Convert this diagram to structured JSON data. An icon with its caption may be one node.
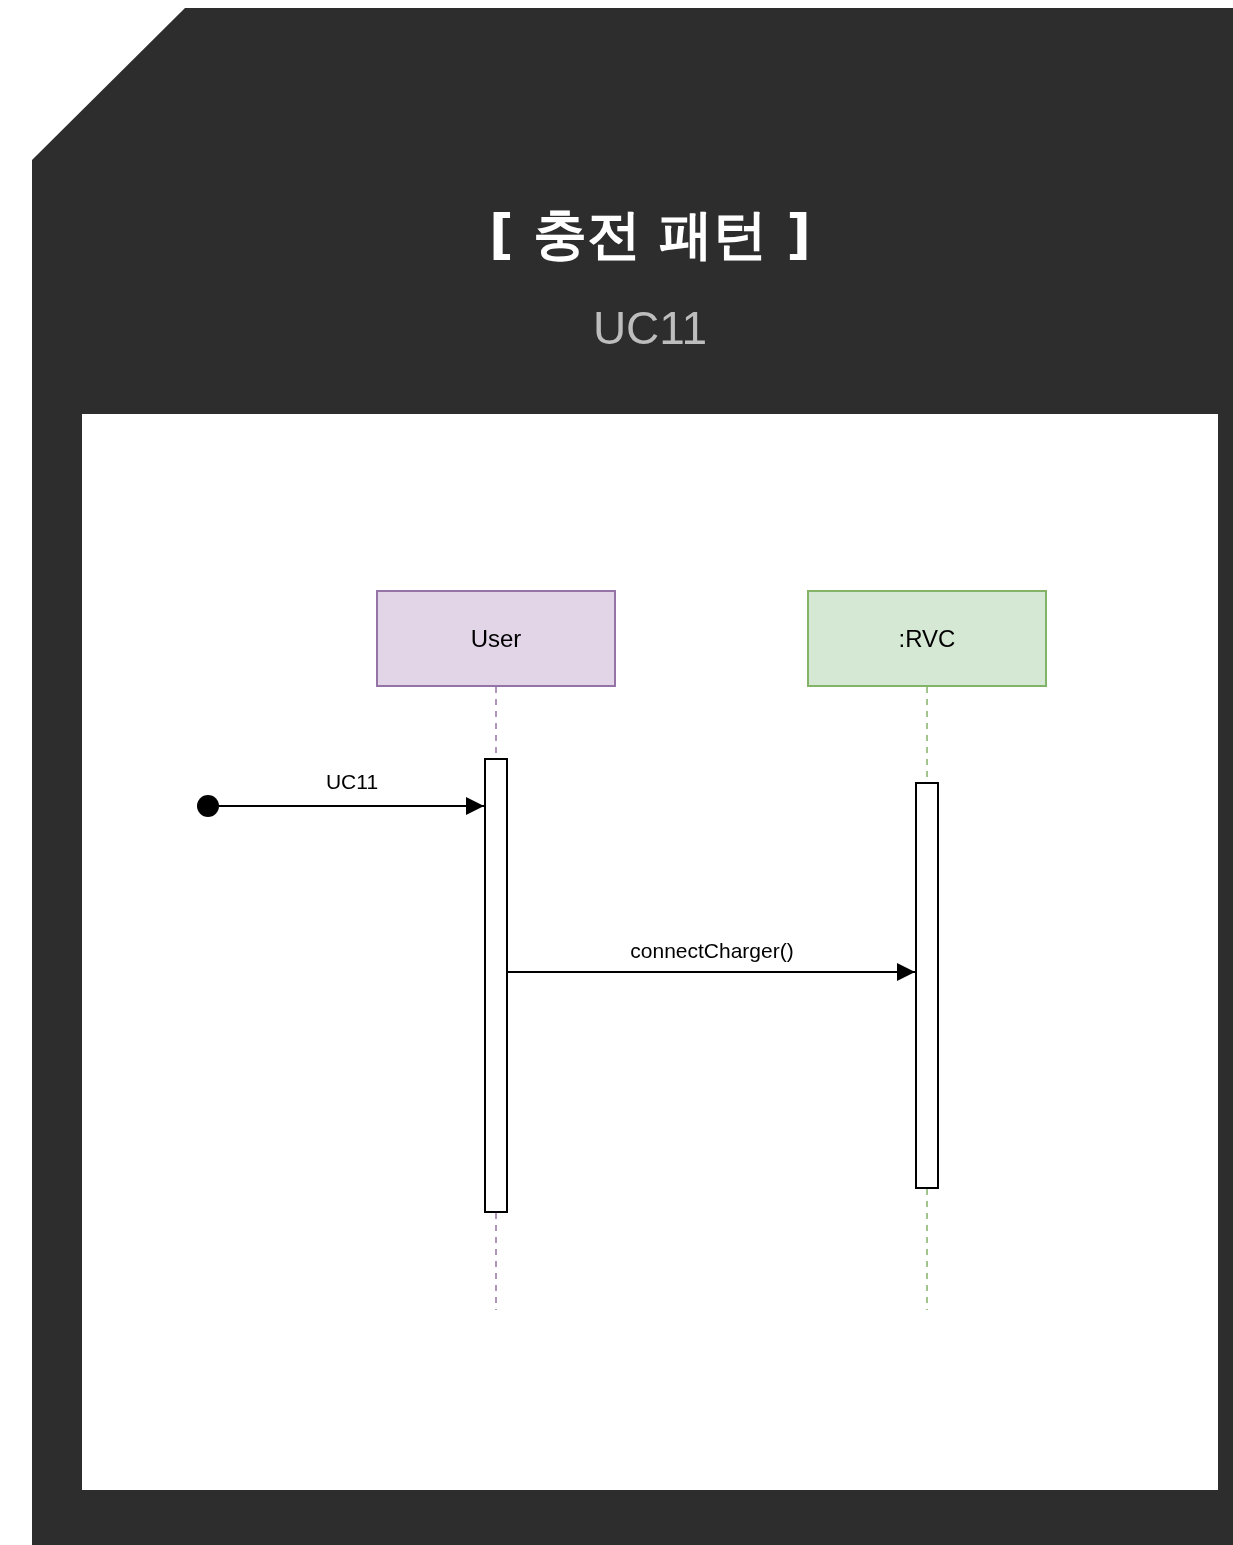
{
  "diagram": {
    "title": "[ 충전 패턴 ]",
    "labels": [
      "UC11"
    ],
    "nodes": [
      {
        "text": [
          "User"
        ]
      },
      {
        "text": [
          ":RVC"
        ]
      },
      {
        "text": [],
        "shape": "bar"
      },
      {
        "text": [],
        "shape": "bar"
      },
      {
        "text": [],
        "shape": "circle"
      }
    ],
    "edges": [
      {
        "from": 0,
        "to": 2,
        "arrow": "none",
        "style": "dashed",
        "color": "#9673a6"
      },
      {
        "from": 1,
        "to": 3,
        "arrow": "none",
        "style": "dashed",
        "color": "#82b366"
      },
      {
        "from": 2,
        "to": null,
        "arrow": "none",
        "style": "dashed",
        "color": "#9673a6"
      },
      {
        "from": 3,
        "to": null,
        "arrow": "none",
        "style": "dashed",
        "color": "#82b366"
      },
      {
        "from": 4,
        "to": 2,
        "arrow": "to",
        "label": "UC11",
        "color": "#000000"
      },
      {
        "from": 2,
        "to": 3,
        "arrow": "to",
        "label": "connectCharger()",
        "color": "#000000"
      }
    ]
  }
}
